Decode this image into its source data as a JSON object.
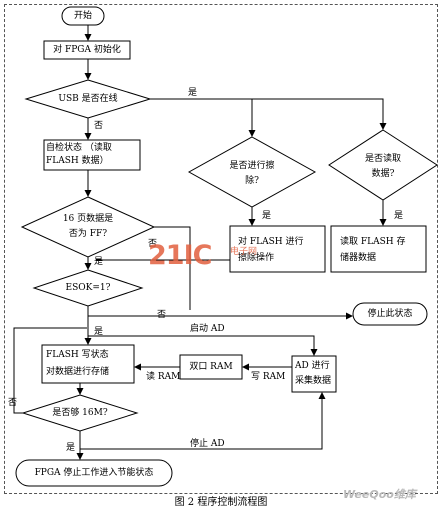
{
  "nodes": {
    "start": "开始",
    "init": "对 FPGA 初始化",
    "usb_decision": "USB 是否在线",
    "self_check_line1": "自检状态 （读取",
    "self_check_line2": "FLASH 数据）",
    "erase_decision_line1": "是否进行擦",
    "erase_decision_line2": "除?",
    "read_decision_line1": "是否读取",
    "read_decision_line2": "数据?",
    "pages_decision_line1": "16 页数据是",
    "pages_decision_line2": "否为 FF?",
    "erase_flash_line1": "对 FLASH 进行",
    "erase_flash_line2": "擦除操作",
    "read_flash_line1": "读取 FLASH 存",
    "read_flash_line2": "储器数据",
    "esok_decision": "ESOK=1?",
    "stop_state": "停止此状态",
    "flash_write_line1": "FLASH 写状态",
    "flash_write_line2": "对数据进行存储",
    "dual_ram": "双口 RAM",
    "ad_collect_line1": "AD 进行",
    "ad_collect_line2": "采集数据",
    "enough_decision": "是否够 16M?",
    "fpga_stop": "FPGA 停止工作进入节能状态"
  },
  "labels": {
    "yes": "是",
    "no": "否",
    "start_ad": "启动 AD",
    "read_ram": "读 RAM",
    "write_ram": "写 RAM",
    "stop_ad": "停止 AD"
  },
  "caption": "图 2    程序控制流程图",
  "watermarks": {
    "logo_21ic": "21IC",
    "logo_cn": "电子网",
    "weeqoo": "WeeQoo维库"
  }
}
